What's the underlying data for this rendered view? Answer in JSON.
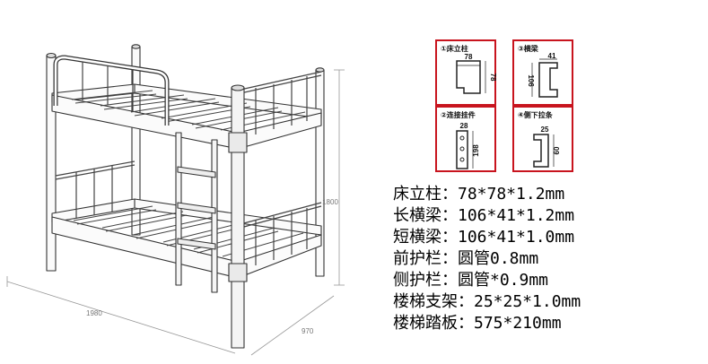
{
  "diagram": {
    "dimensions": {
      "height": "1800",
      "length": "1980",
      "depth": "970"
    },
    "parts": [
      {
        "id": "bed-post",
        "label": "①床立柱",
        "dims": [
          "78",
          "78"
        ]
      },
      {
        "id": "crossbeam",
        "label": "③横梁",
        "dims": [
          "41",
          "106"
        ]
      },
      {
        "id": "connector",
        "label": "②连接挂件",
        "dims": [
          "28",
          "198"
        ]
      },
      {
        "id": "side-tie",
        "label": "④侧下拉条",
        "dims": [
          "25",
          "60"
        ]
      }
    ],
    "specs": [
      "床立柱：78*78*1.2mm",
      "长横梁：106*41*1.2mm",
      "短横梁：106*41*1.0mm",
      "前护栏：圆管0.8mm",
      "侧护栏：圆管*0.9mm",
      "楼梯支架：25*25*1.0mm",
      "楼梯踏板：575*210mm"
    ]
  }
}
